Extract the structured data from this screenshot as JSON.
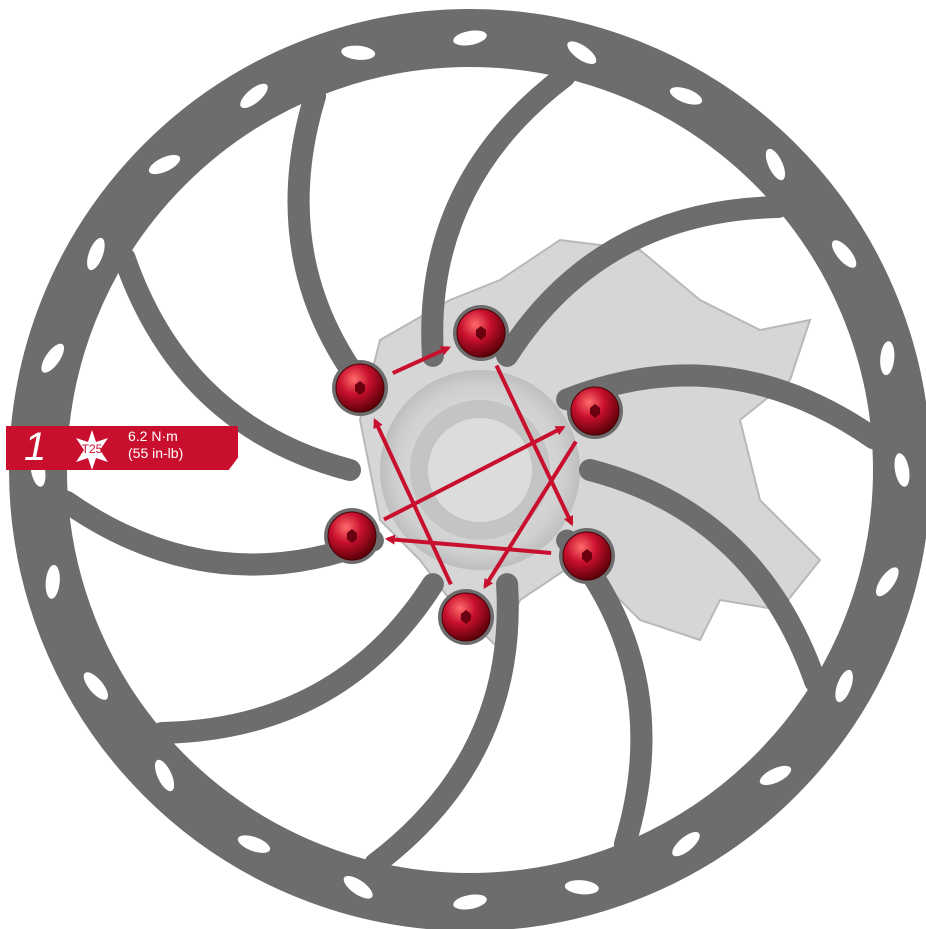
{
  "step": {
    "number": "1",
    "tool": "T25",
    "torque_metric": "6.2 N·m",
    "torque_imperial": "(55 in-lb)"
  },
  "colors": {
    "rotor": "#6d6d6d",
    "hub": "#cfcfcf",
    "accent": "#c8102e",
    "bolt": "#b5121b"
  },
  "tightening_sequence": {
    "bolts": [
      "top",
      "upper-right",
      "lower-right",
      "bottom",
      "left",
      "upper-left"
    ],
    "arrows": [
      [
        "upper-left",
        "top"
      ],
      [
        "top",
        "lower-right"
      ],
      [
        "upper-right",
        "bottom"
      ],
      [
        "lower-right",
        "left"
      ],
      [
        "left",
        "upper-right"
      ],
      [
        "bottom",
        "upper-left"
      ]
    ]
  }
}
